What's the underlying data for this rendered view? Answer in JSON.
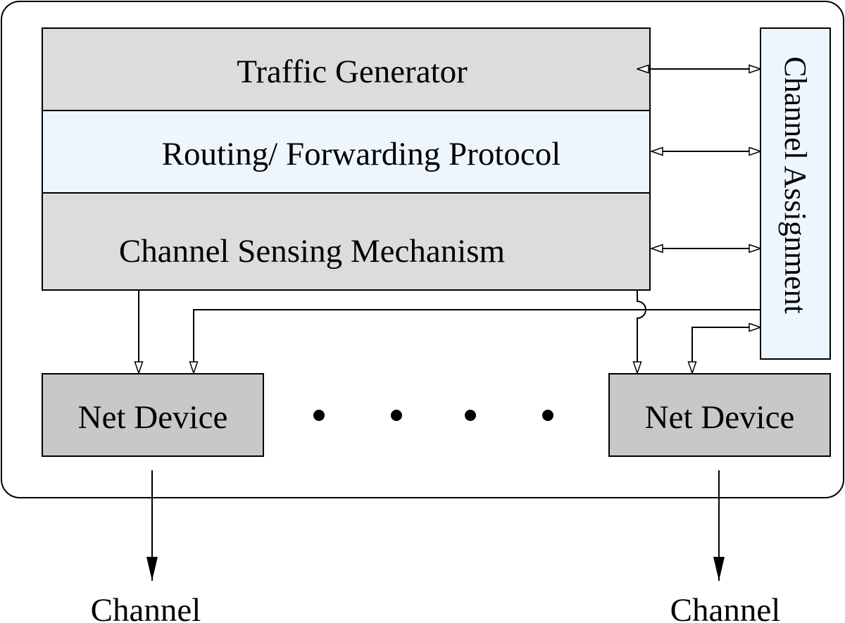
{
  "diagram": {
    "layers": [
      {
        "label": "Traffic Generator",
        "color": "#dcdcdc"
      },
      {
        "label": "Routing/ Forwarding Protocol",
        "color": "#eef6fd"
      },
      {
        "label": "Channel Sensing Mechanism",
        "color": "#dcdcdc"
      }
    ],
    "channel_assignment": {
      "label": "Channel Assignment",
      "color": "#eef6fd"
    },
    "net_devices": [
      {
        "label": "Net Device",
        "color": "#c8c8c8"
      },
      {
        "label": "Net Device",
        "color": "#c8c8c8"
      }
    ],
    "channels": [
      {
        "label": "Channel"
      },
      {
        "label": "Channel"
      }
    ],
    "ellipsis_dot_count": 4
  }
}
